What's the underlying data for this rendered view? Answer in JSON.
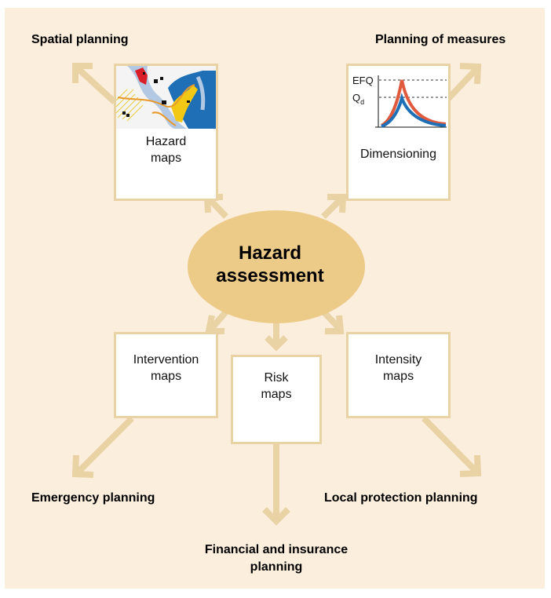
{
  "colors": {
    "background": "#fbeedd",
    "arrow": "#e9d2a4",
    "center_fill": "#ecca88",
    "box_border": "#e9d2a4",
    "curve_red": "#e05a3d",
    "curve_blue": "#1e6fb5",
    "map_blue": "#1e6fb5",
    "map_yellow": "#f2c814",
    "map_red": "#d9202a",
    "map_river": "#b3c8e2",
    "map_road": "#e89a2c"
  },
  "center": {
    "label": "Hazard assessment"
  },
  "boxes": {
    "hazard_maps": {
      "label": "Hazard\nmaps",
      "icon": "hazard-map-thumbnail"
    },
    "dimensioning": {
      "label": "Dimensioning",
      "icon": "hydrograph-chart",
      "efq_label": "EFQ",
      "qd_main": "Q",
      "qd_sub": "d"
    },
    "intervention_maps": {
      "label": "Intervention\nmaps"
    },
    "risk_maps": {
      "label": "Risk\nmaps"
    },
    "intensity_maps": {
      "label": "Intensity\nmaps"
    }
  },
  "outcomes": {
    "spatial_planning": "Spatial planning",
    "planning_of_measures": "Planning of measures",
    "emergency_planning": "Emergency planning",
    "local_protection_planning": "Local protection planning",
    "financial_insurance_planning": "Financial and insurance\nplanning"
  }
}
